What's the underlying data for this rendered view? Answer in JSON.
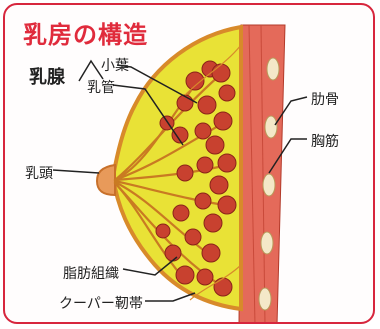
{
  "title": "乳房の構造",
  "labels": {
    "mammary_gland": "乳腺",
    "lobule": "小葉",
    "duct": "乳管",
    "nipple": "乳頭",
    "adipose": "脂肪組織",
    "cooper": "クーパー靭帯",
    "rib": "肋骨",
    "pectoral": "胸筋"
  }
}
